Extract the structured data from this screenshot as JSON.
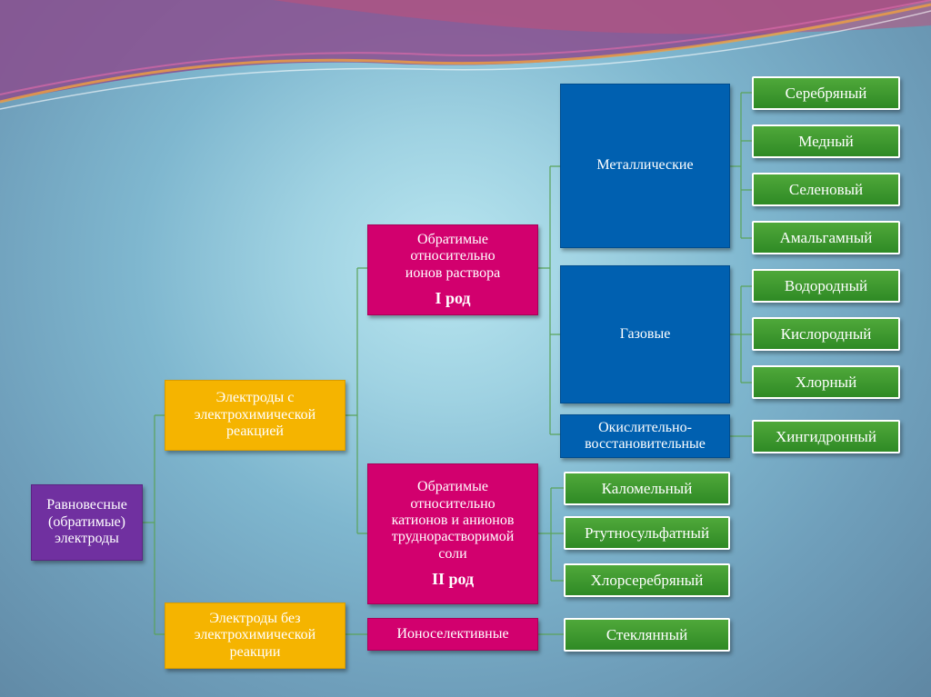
{
  "colors": {
    "root": "#7030a0",
    "category": "#f5b400",
    "subtype": "#d2006e",
    "group": "#0060b0",
    "leaf": "#3a9a2e",
    "connector": "#5aa35a"
  },
  "diagram": {
    "root": "Равновесные\n(обратимые)\nэлектроды",
    "cat_reaction": "Электроды с\nэлектрохимической\nреакцией",
    "cat_no_reaction": "Электроды без\nэлектрохимической\nреакции",
    "type1": {
      "text": "Обратимые\nотносительно\nионов раствора",
      "rod": "I род"
    },
    "type2": {
      "text": "Обратимые\nотносительно\nкатионов и анионов\nтруднорастворимой\nсоли",
      "rod": "II род"
    },
    "ion_selective": "Ионоселективные",
    "metallic": "Металлические",
    "gas": "Газовые",
    "redox": "Окислительно-\nвосстановительные",
    "leaves_metallic": [
      "Серебряный",
      "Медный",
      "Селеновый",
      "Амальгамный"
    ],
    "leaves_gas": [
      "Водородный",
      "Кислородный",
      "Хлорный"
    ],
    "leaf_redox": "Хингидронный",
    "leaves_type2": [
      "Каломельный",
      "Ртутносульфатный",
      "Хлорсеребряный"
    ],
    "leaf_ion": "Стеклянный"
  }
}
